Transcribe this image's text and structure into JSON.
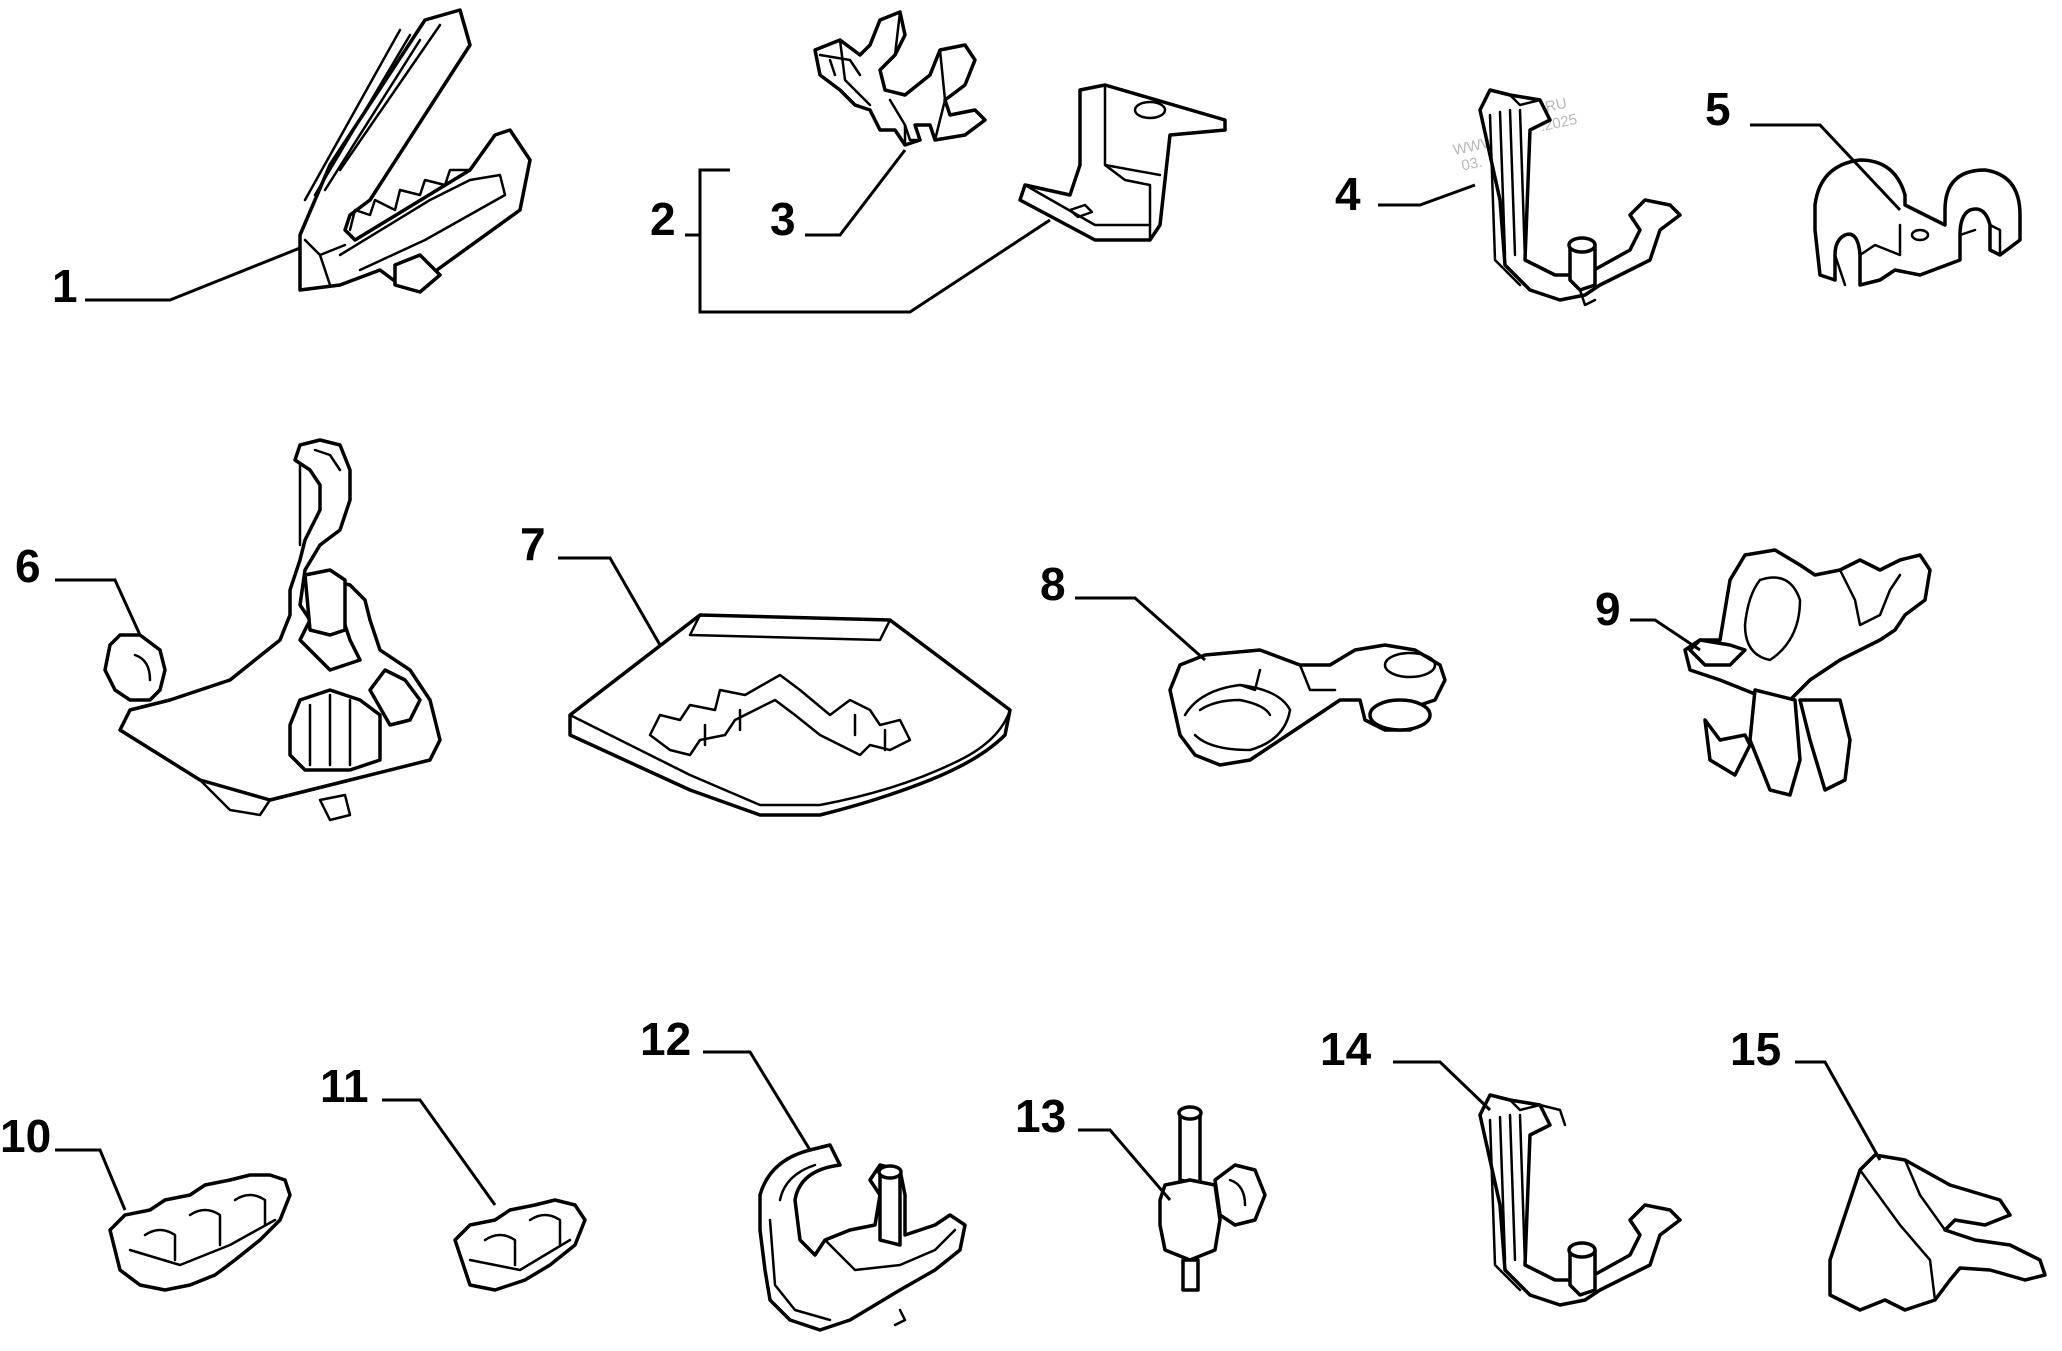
{
  "watermark": {
    "line1": "WWW.",
    "line2": ".RU",
    "line3": "03.",
    "line4": ".2025"
  },
  "callouts": [
    {
      "id": "1",
      "label": "1",
      "part": "multi-pipe clip with hinged cover"
    },
    {
      "id": "2",
      "label": "2",
      "part": "bracket assembly"
    },
    {
      "id": "3",
      "label": "3",
      "part": "double pipe clip"
    },
    {
      "id": "4",
      "label": "4",
      "part": "pipe holder with stud"
    },
    {
      "id": "5",
      "label": "5",
      "part": "double saddle clamp"
    },
    {
      "id": "6",
      "label": "6",
      "part": "clip base plate"
    },
    {
      "id": "7",
      "label": "7",
      "part": "routing plate"
    },
    {
      "id": "8",
      "label": "8",
      "part": "grommet clip"
    },
    {
      "id": "9",
      "label": "9",
      "part": "push-in pipe clip"
    },
    {
      "id": "10",
      "label": "10",
      "part": "triple pipe clip"
    },
    {
      "id": "11",
      "label": "11",
      "part": "double pipe clip"
    },
    {
      "id": "12",
      "label": "12",
      "part": "clip with stud"
    },
    {
      "id": "13",
      "label": "13",
      "part": "stud clip"
    },
    {
      "id": "14",
      "label": "14",
      "part": "pipe holder with stud"
    },
    {
      "id": "15",
      "label": "15",
      "part": "forked bracket"
    }
  ]
}
